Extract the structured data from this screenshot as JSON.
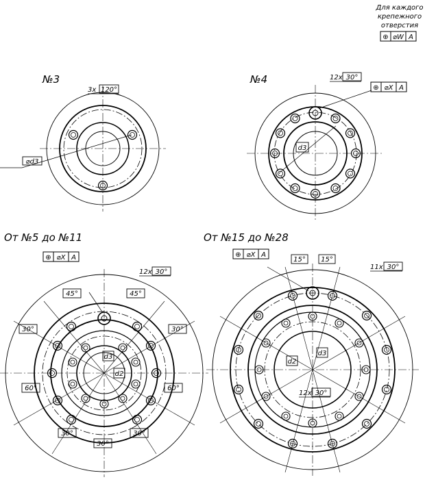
{
  "note": {
    "lines": [
      "Для каждого",
      "крепежного",
      "отверстия"
    ],
    "frame": [
      "⊕",
      "⌀W",
      "A"
    ]
  },
  "flanges": [
    {
      "label": "№3",
      "holes": 3,
      "pitch_callout": {
        "count": "3x",
        "angle": "120°"
      },
      "diameter_label": "⌀d3",
      "position_frame": null,
      "angle_boxes": []
    },
    {
      "label": "№4",
      "holes": 12,
      "pitch_callout": {
        "count": "12x",
        "angle": "30°"
      },
      "diameter_label": "d3",
      "position_frame": [
        "⊕",
        "⌀X",
        "A"
      ],
      "angle_boxes": []
    },
    {
      "label": "От №5 до №11",
      "holes": 12,
      "pitch_callout": {
        "count": "12x",
        "angle": "30°"
      },
      "diameter_labels": [
        "d3",
        "d2"
      ],
      "position_frame": [
        "⊕",
        "⌀X",
        "A"
      ],
      "angle_boxes": [
        "45°",
        "45°",
        "30°",
        "30°",
        "60°",
        "60°",
        "30°",
        "30°",
        "30°"
      ]
    },
    {
      "label": "От №15 до №28",
      "holes": 12,
      "pitch_callout": {
        "count": "11x",
        "angle": "30°"
      },
      "inner_pitch_callout": {
        "count": "12x",
        "angle": "30°"
      },
      "diameter_labels": [
        "d2",
        "d3"
      ],
      "position_frame": [
        "⊕",
        "⌀X",
        "A"
      ],
      "angle_boxes": [
        "15°",
        "15°"
      ]
    }
  ]
}
